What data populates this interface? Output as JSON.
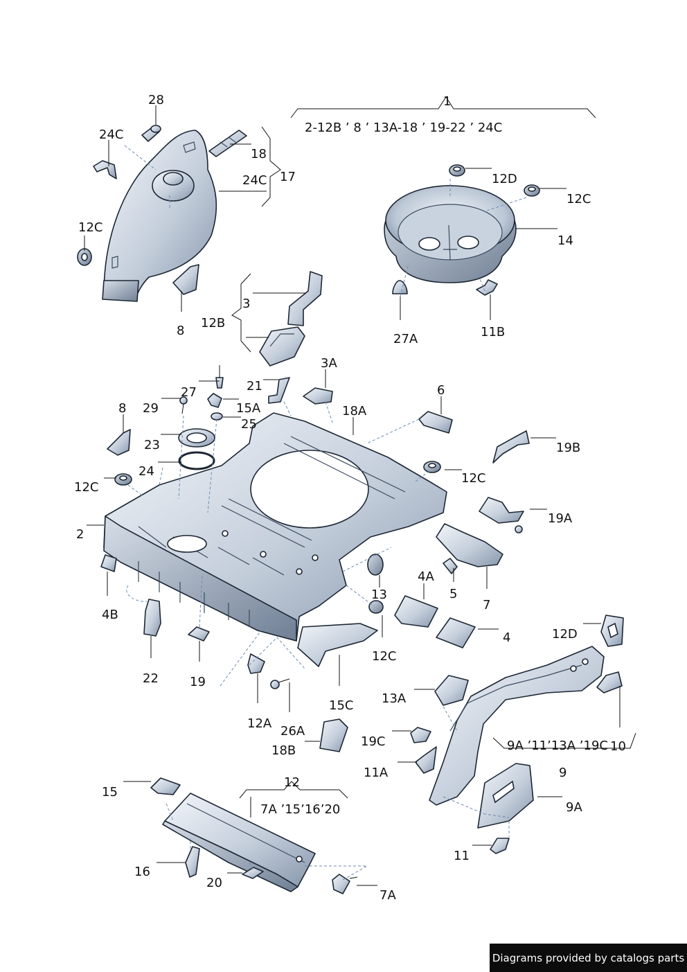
{
  "credit": "Diagrams provided by catalogs parts",
  "colors": {
    "metal_light": "#eef2f7",
    "metal_mid": "#a9b6c7",
    "metal_dark": "#6f7f94",
    "outline": "#1c2633",
    "leader": "#111111",
    "dashed": "#6b8bb0"
  },
  "labels": {
    "l28": "28",
    "l24c_a": "24C",
    "l18": "18",
    "l17": "17",
    "l24c_b": "24C",
    "l12c_a": "12C",
    "l8_a": "8",
    "l1": "1",
    "l1_range": "2-12B  ’ 8 ’ 13A-18  ’ 19-22  ’ 24C",
    "l12d_a": "12D",
    "l12c_b": "12C",
    "l14": "14",
    "l27a": "27A",
    "l11b": "11B",
    "l3": "3",
    "l12b": "12B",
    "l3a": "3A",
    "l21": "21",
    "l27": "27",
    "l29": "29",
    "l15a": "15A",
    "l25": "25",
    "l8_b": "8",
    "l23": "23",
    "l24": "24",
    "l12c_c": "12C",
    "l2": "2",
    "l18a": "18A",
    "l6": "6",
    "l19b": "19B",
    "l12c_d": "12C",
    "l19a": "19A",
    "l4a": "4A",
    "l5": "5",
    "l7": "7",
    "l13": "13",
    "l4": "4",
    "l12c_e": "12C",
    "l4b": "4B",
    "l22": "22",
    "l19": "19",
    "l12a": "12A",
    "l15c": "15C",
    "l26a": "26A",
    "l18b": "18B",
    "l12d_b": "12D",
    "l13a": "13A",
    "l19c": "19C",
    "l11a": "11A",
    "l9a_range": "9A  ’11’13A  ’19C",
    "l10": "10",
    "l9": "9",
    "l9a": "9A",
    "l11": "11",
    "l15": "15",
    "l12": "12",
    "l12_range": "7A  ’15’16’20",
    "l16": "16",
    "l20": "20",
    "l7a": "7A"
  }
}
